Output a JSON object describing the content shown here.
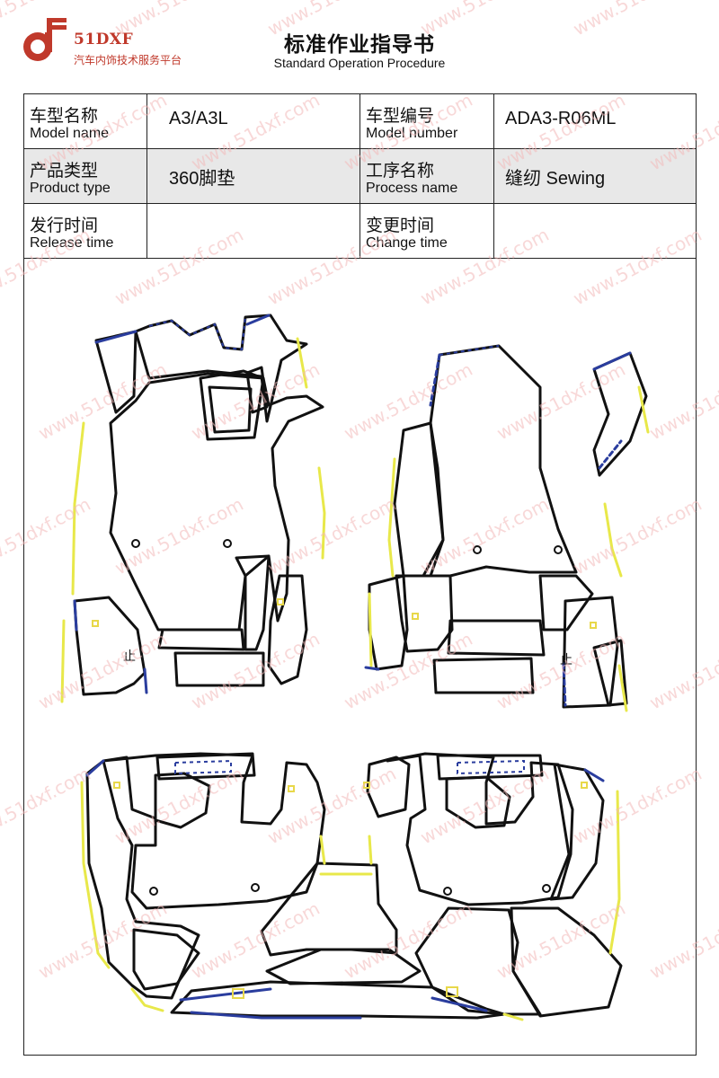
{
  "header": {
    "logo_name": "51DXF",
    "logo_tagline": "汽车内饰技术服务平台",
    "title": "标准作业指导书",
    "subtitle": "Standard Operation Procedure"
  },
  "info": {
    "model_name_cn": "车型名称",
    "model_name_en": "Model name",
    "model_name_value": "A3/A3L",
    "model_number_cn": "车型编号",
    "model_number_en": "Model number",
    "model_number_value": "ADA3-R06ML",
    "product_type_cn": "产品类型",
    "product_type_en": "Product type",
    "product_type_value": "360脚垫",
    "process_name_cn": "工序名称",
    "process_name_en": "Process name",
    "process_name_value": "缝纫 Sewing",
    "release_time_cn": "发行时间",
    "release_time_en": "Release time",
    "release_time_value": "",
    "change_time_cn": "变更时间",
    "change_time_en": "Change time",
    "change_time_value": ""
  },
  "drawing": {
    "marker_left": "止",
    "marker_right": "止",
    "colors": {
      "outline": "#111111",
      "edge_yellow": "#e8e84a",
      "edge_blue": "#2a3d9e"
    }
  },
  "watermark": {
    "text": "www.51dxf.com",
    "color": "#f3b8b8"
  }
}
